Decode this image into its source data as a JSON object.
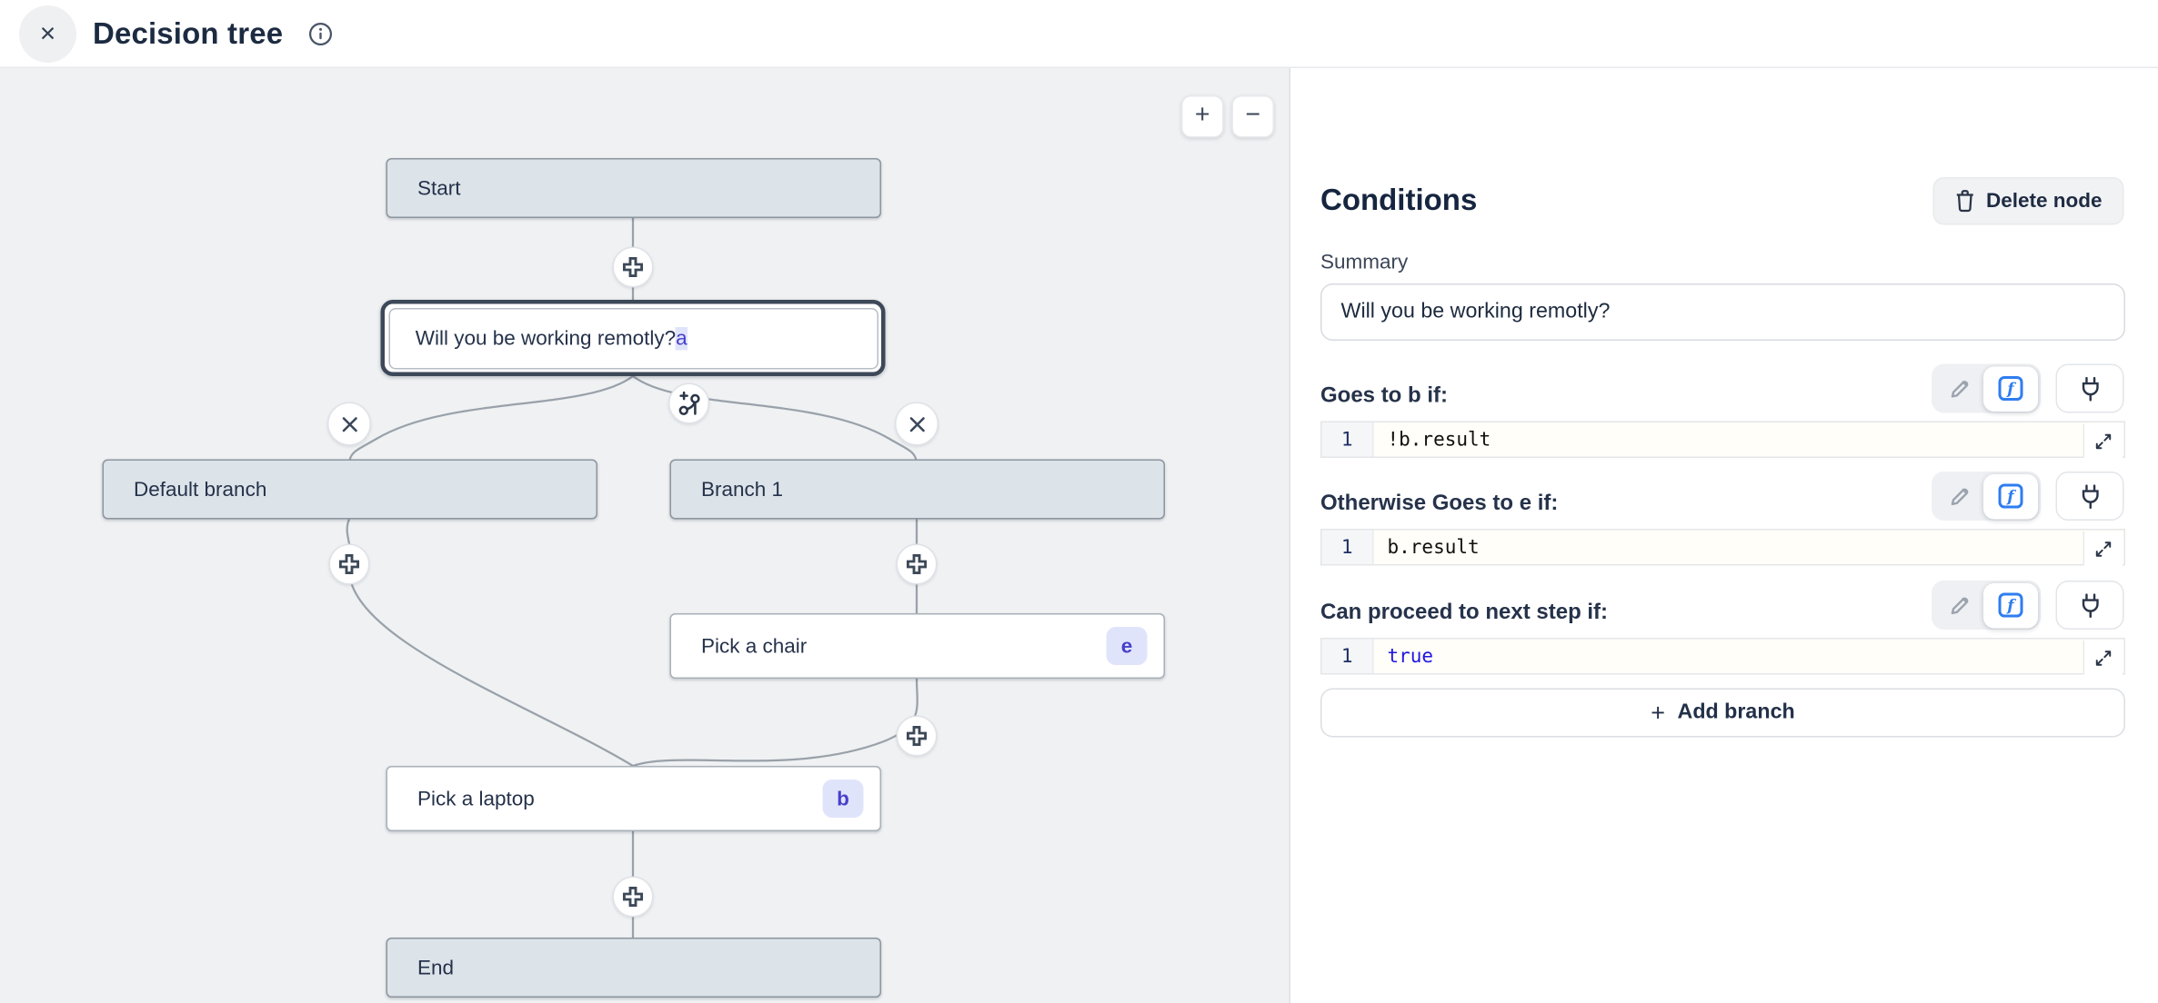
{
  "header": {
    "title": "Decision tree",
    "close_icon": "×"
  },
  "canvas": {
    "zoom_in": "+",
    "zoom_out": "−",
    "nodes": [
      {
        "label": "Start"
      },
      {
        "label": "Will you be working remotly?",
        "badge": "a"
      },
      {
        "label": "Default branch"
      },
      {
        "label": "Branch 1"
      },
      {
        "label": "Pick a chair",
        "badge": "e"
      },
      {
        "label": "Pick a laptop",
        "badge": "b"
      },
      {
        "label": "End"
      }
    ]
  },
  "panel": {
    "title": "Conditions",
    "delete_button_label": "Delete node",
    "summary": {
      "label": "Summary",
      "value": "Will you be working remotly?"
    },
    "sections": [
      {
        "label": "Goes to b if:",
        "line_number": "1",
        "code": "!b.result",
        "code_color": "#12100c"
      },
      {
        "label": "Otherwise Goes to e if:",
        "line_number": "1",
        "code": "b.result",
        "code_color": "#12100c"
      },
      {
        "label": "Can proceed to next step if:",
        "line_number": "1",
        "code": "true",
        "code_color": "#1f16e0"
      }
    ],
    "add_branch_label": "Add branch",
    "add_branch_icon": "+"
  },
  "colors": {
    "accent_blue": "#2f7df0",
    "keyword_blue": "#1f16e0",
    "selected_ring": "#3d4858",
    "badge_bg": "#e0e4fb",
    "badge_text": "#4740cb",
    "canvas_bg": "#eff1f3",
    "node_gray": "#dce3e9",
    "edge": "#99a1a9"
  }
}
